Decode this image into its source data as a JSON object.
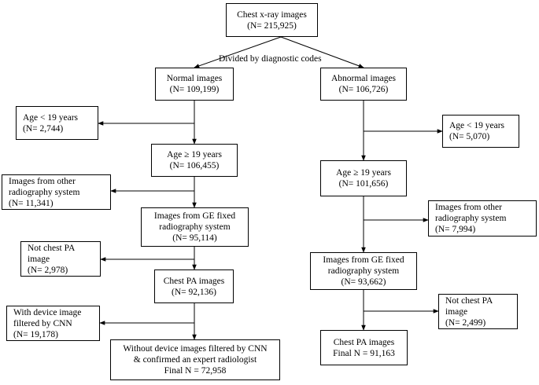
{
  "top": {
    "line1": "Chest x-ray images",
    "line2": "(N= 215,925)"
  },
  "divider_label": "Divided by diagnostic codes",
  "left": {
    "normal": {
      "line1": "Normal images",
      "line2": "(N= 109,199)"
    },
    "age_lt19": {
      "line1": "Age  < 19 years",
      "line2": "(N= 2,744)"
    },
    "age_ge19": {
      "line1": "Age ≥ 19 years",
      "line2": "(N= 106,455)"
    },
    "other_system": {
      "line1": "Images from other",
      "line2": "radiography system",
      "line3": "(N= 11,341)"
    },
    "ge_fixed": {
      "line1": "Images from GE fixed",
      "line2": "radiography system",
      "line3": "(N= 95,114)"
    },
    "not_pa": {
      "line1": "Not chest PA",
      "line2": "image",
      "line3": "(N= 2,978)"
    },
    "chest_pa": {
      "line1": "Chest PA images",
      "line2": "(N= 92,136)"
    },
    "with_device": {
      "line1": "With device  image",
      "line2": "filtered by CNN",
      "line3": "(N= 19,178)"
    },
    "final": {
      "line1": "Without device images filtered by CNN",
      "line2": "& confirmed an expert radiologist",
      "line3": "Final N = 72,958"
    }
  },
  "right": {
    "abnormal": {
      "line1": "Abnormal images",
      "line2": "(N= 106,726)"
    },
    "age_lt19": {
      "line1": "Age  < 19 years",
      "line2": "(N= 5,070)"
    },
    "age_ge19": {
      "line1": "Age ≥ 19 years",
      "line2": "(N= 101,656)"
    },
    "other_system": {
      "line1": "Images from other",
      "line2": "radiography system",
      "line3": "(N= 7,994)"
    },
    "ge_fixed": {
      "line1": "Images from GE fixed",
      "line2": "radiography system",
      "line3": "(N= 93,662)"
    },
    "not_pa": {
      "line1": "Not chest PA",
      "line2": "image",
      "line3": "(N= 2,499)"
    },
    "final": {
      "line1": "Chest PA images",
      "line2": "Final N = 91,163"
    }
  }
}
